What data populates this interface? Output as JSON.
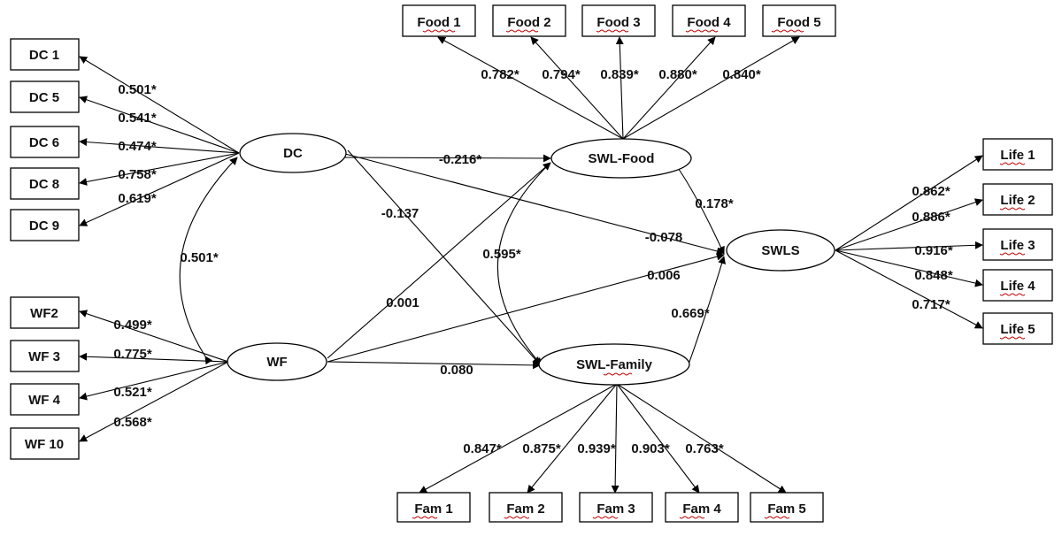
{
  "latent": {
    "dc": "DC",
    "wf": "WF",
    "swl_food": "SWL-Food",
    "swl_family": "SWL-Family",
    "swls": "SWLS"
  },
  "indicators": {
    "dc": [
      "DC 1",
      "DC 5",
      "DC 6",
      "DC 8",
      "DC 9"
    ],
    "wf": [
      "WF2",
      "WF 3",
      "WF 4",
      "WF 10"
    ],
    "food": [
      "Food 1",
      "Food 2",
      "Food 3",
      "Food 4",
      "Food 5"
    ],
    "fam": [
      "Fam 1",
      "Fam 2",
      "Fam 3",
      "Fam 4",
      "Fam 5"
    ],
    "life": [
      "Life 1",
      "Life 2",
      "Life 3",
      "Life 4",
      "Life 5"
    ]
  },
  "loadings": {
    "dc": [
      "0.501*",
      "0.541*",
      "0.474*",
      "0.758*",
      "0.619*"
    ],
    "wf": [
      "0.499*",
      "0.775*",
      "0.521*",
      "0.568*"
    ],
    "food": [
      "0.782*",
      "0.794*",
      "0.839*",
      "0.880*",
      "0.840*"
    ],
    "fam": [
      "0.847*",
      "0.875*",
      "0.939*",
      "0.903*",
      "0.763*"
    ],
    "life": [
      "0.862*",
      "0.886*",
      "0.916*",
      "0.848*",
      "0.717*"
    ]
  },
  "paths": {
    "dc_wf": "0.501*",
    "dc_food": "-0.216*",
    "dc_family": "-0.137",
    "dc_swls": "-0.078",
    "wf_food": "0.001",
    "wf_swls": "0.006",
    "wf_family": "0.080",
    "food_family": "0.595*",
    "food_swls": "0.178*",
    "family_swls": "0.669*"
  }
}
